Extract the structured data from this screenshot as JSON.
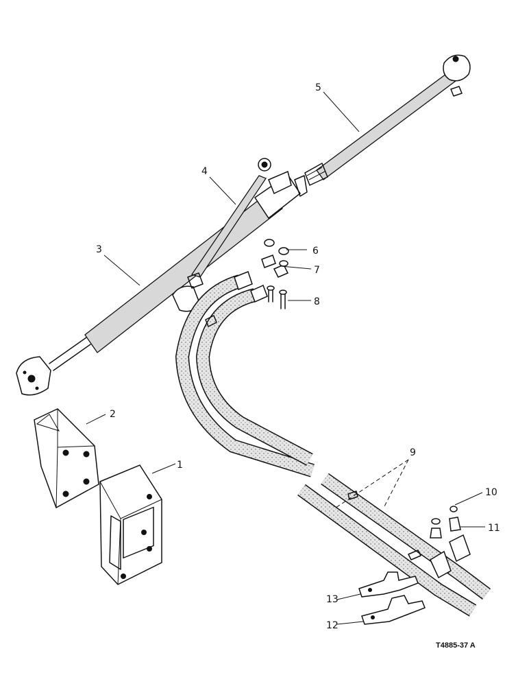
{
  "callouts": {
    "c1": "1",
    "c2": "2",
    "c3": "3",
    "c4": "4",
    "c5": "5",
    "c6": "6",
    "c7": "7",
    "c8": "8",
    "c9": "9",
    "c10": "10",
    "c11": "11",
    "c12": "12",
    "c13": "13"
  },
  "drawing_code": "T4885-37 A"
}
